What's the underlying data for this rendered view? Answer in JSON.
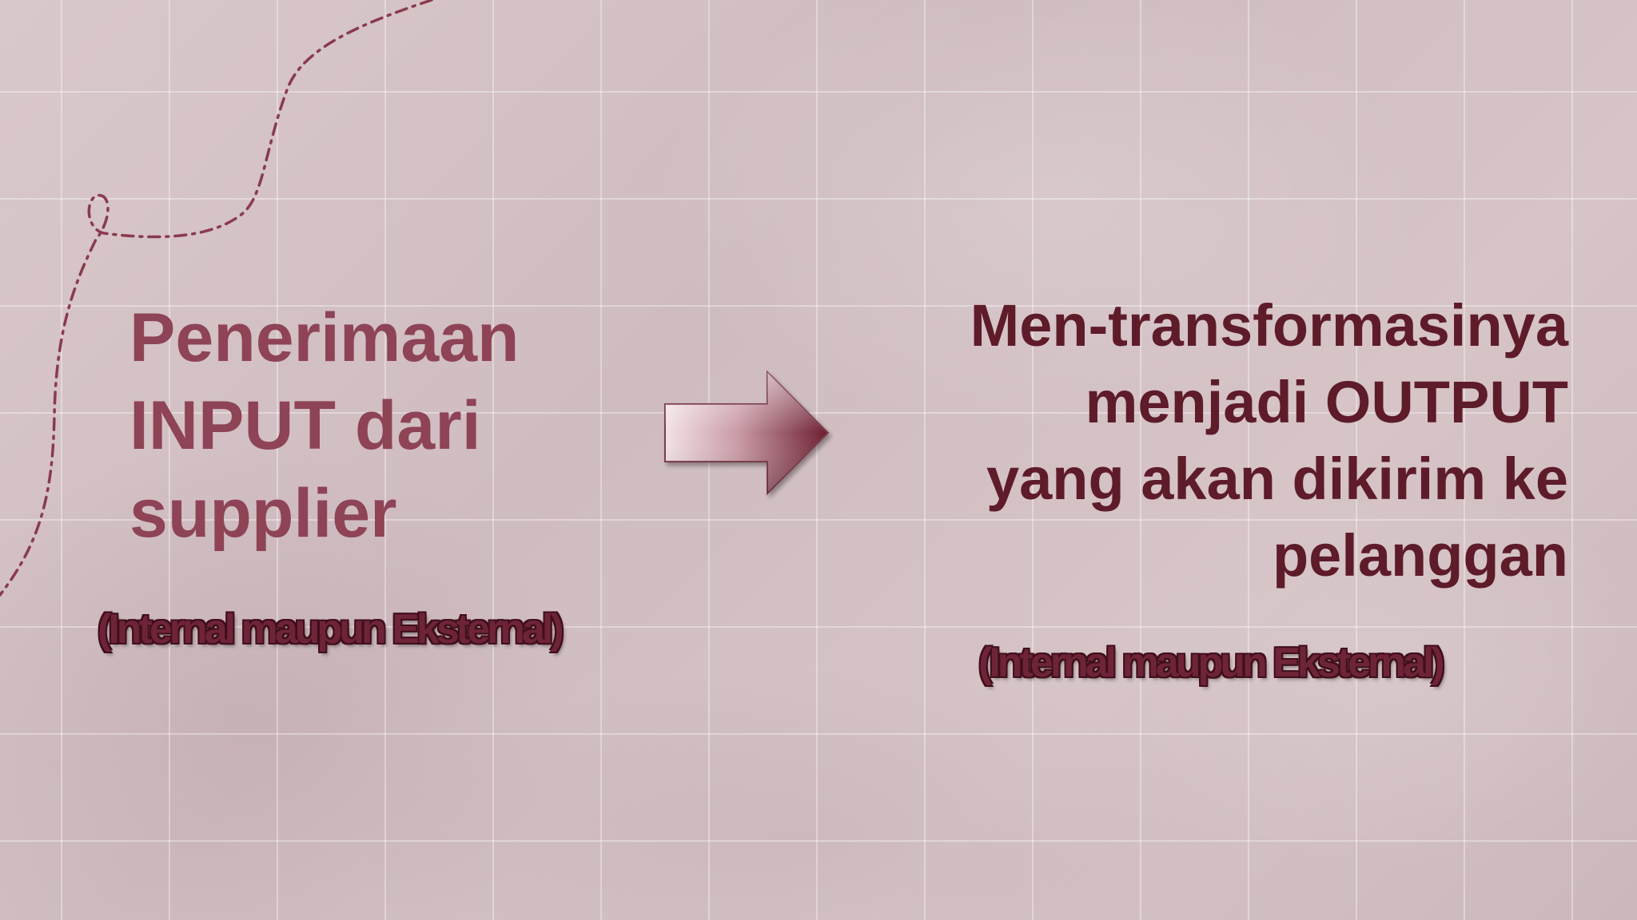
{
  "left": {
    "lines": [
      "Penerimaan",
      "INPUT dari",
      "supplier"
    ],
    "note": "(Internal maupun Eksternal)"
  },
  "right": {
    "lines": [
      "Men-transformasinya",
      "menjadi OUTPUT",
      "yang akan dikirim ke",
      "pelanggan"
    ],
    "note": "(Internal maupun Eksternal)"
  },
  "colors": {
    "left_text": "#8e4356",
    "right_text": "#5e1b2a",
    "background": "#d5c3c6"
  },
  "icons": [
    "arrow-right-icon",
    "dotted-curve-decoration"
  ]
}
